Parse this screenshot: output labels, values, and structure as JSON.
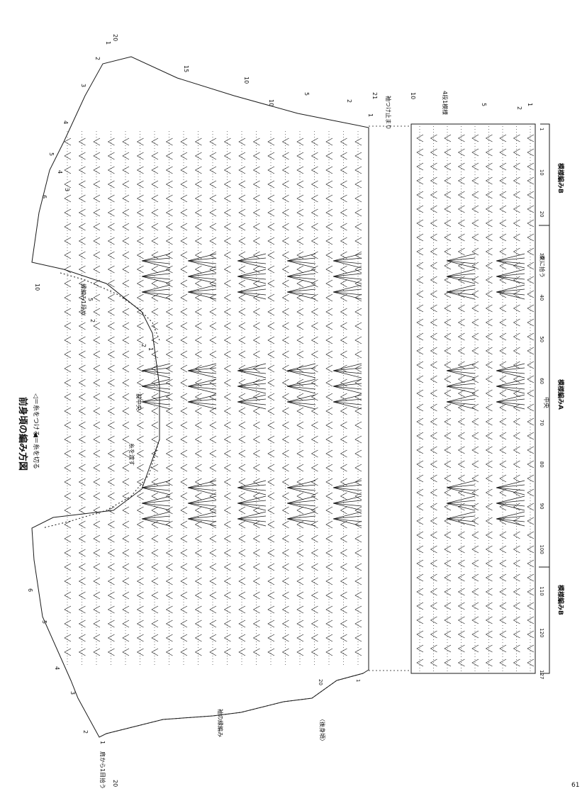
{
  "title": "前身頃の編み方図",
  "legend": {
    "attach": "◁＝糸をつける",
    "cut": "◀＝糸を切る"
  },
  "labels": {
    "front_center": "前中央",
    "center": "中央",
    "thread_pass": "糸を渡す",
    "sleeve_stop": "袖つけ止まり",
    "sleeve_edge": "袖の縁編み",
    "edge_first_row": "縁編み1段め",
    "pick_from_shoulder": "肩から1目拾う",
    "bundle_pick": "束に拾う",
    "rows_per_repeat": "4段1模様",
    "pattern_b_left": "模様編みB",
    "pattern_a": "模様編みA",
    "pattern_b_right": "模様編みB",
    "back_ref": "〈後身頃〉",
    "back_ref_rows": [
      "20",
      "1"
    ]
  },
  "row_labels_right": [
    "1",
    "2",
    "5",
    "10",
    "15",
    "20",
    "1",
    "2",
    "5",
    "10",
    "3",
    "4",
    "2",
    "1"
  ],
  "row_labels_left": [
    "1",
    "2",
    "3",
    "4",
    "5",
    "6",
    "10",
    "5",
    "2",
    "1",
    "2",
    "3",
    "4",
    "5",
    "6",
    "20"
  ],
  "stitch_numbers": [
    "1",
    "10",
    "20",
    "30",
    "40",
    "50",
    "60",
    "70",
    "80",
    "90",
    "100",
    "110",
    "120",
    "127"
  ],
  "row_counts": [
    "21",
    "10"
  ],
  "page_number": "61",
  "colors": {
    "ink": "#1a1a1a",
    "paper": "#ffffff"
  }
}
